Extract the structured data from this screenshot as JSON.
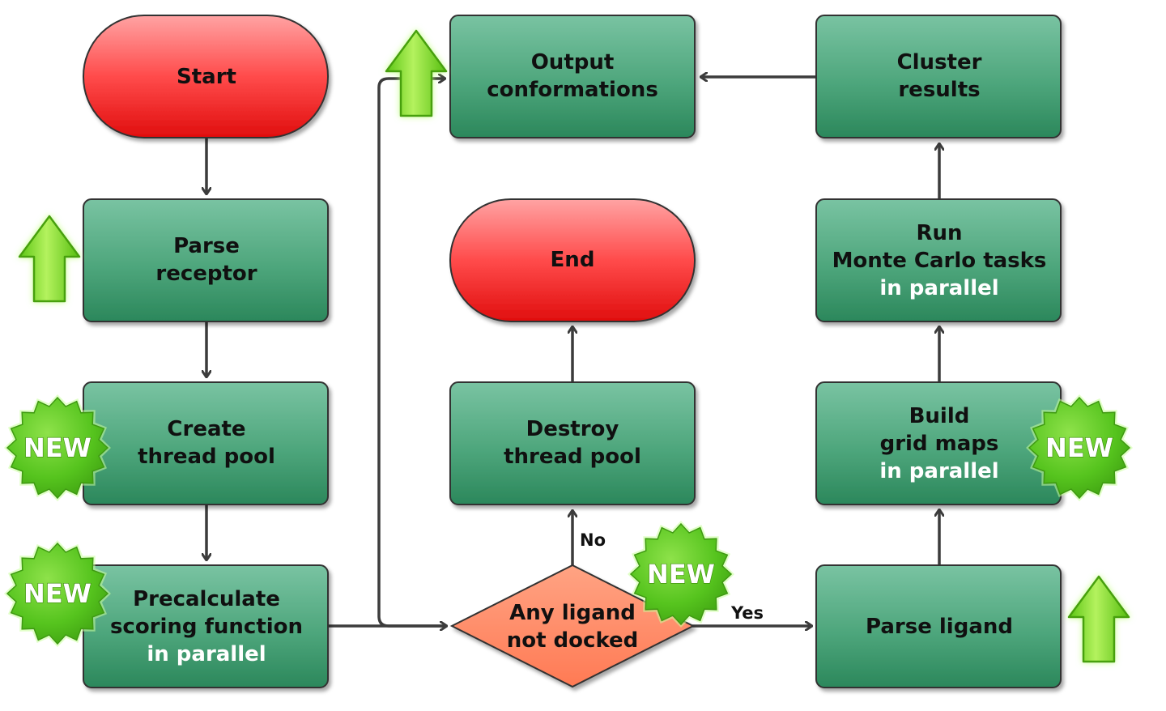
{
  "nodes": {
    "start": {
      "lines": [
        {
          "text": "Start",
          "style": "dark"
        }
      ]
    },
    "parse_receptor": {
      "lines": [
        {
          "text": "Parse",
          "style": "dark"
        },
        {
          "text": "receptor",
          "style": "dark"
        }
      ]
    },
    "create_pool": {
      "lines": [
        {
          "text": "Create",
          "style": "dark"
        },
        {
          "text": "thread pool",
          "style": "dark"
        }
      ]
    },
    "precalculate": {
      "lines": [
        {
          "text": "Precalculate",
          "style": "dark"
        },
        {
          "text": "scoring function",
          "style": "dark"
        },
        {
          "text": "in parallel",
          "style": "white"
        }
      ]
    },
    "decision": {
      "lines": [
        {
          "text": "Any ligand",
          "style": "dark"
        },
        {
          "text": "not docked",
          "style": "dark"
        }
      ]
    },
    "destroy_pool": {
      "lines": [
        {
          "text": "Destroy",
          "style": "dark"
        },
        {
          "text": "thread pool",
          "style": "dark"
        }
      ]
    },
    "end": {
      "lines": [
        {
          "text": "End",
          "style": "dark"
        }
      ]
    },
    "parse_ligand": {
      "lines": [
        {
          "text": "Parse ligand",
          "style": "dark"
        }
      ]
    },
    "build_grid": {
      "lines": [
        {
          "text": "Build",
          "style": "dark"
        },
        {
          "text": "grid maps",
          "style": "dark"
        },
        {
          "text": "in parallel",
          "style": "white"
        }
      ]
    },
    "run_mc": {
      "lines": [
        {
          "text": "Run",
          "style": "dark"
        },
        {
          "text": "Monte Carlo tasks",
          "style": "dark"
        },
        {
          "text": "in parallel",
          "style": "white"
        }
      ]
    },
    "cluster": {
      "lines": [
        {
          "text": "Cluster",
          "style": "dark"
        },
        {
          "text": "results",
          "style": "dark"
        }
      ]
    },
    "output": {
      "lines": [
        {
          "text": "Output",
          "style": "dark"
        },
        {
          "text": "conformations",
          "style": "dark"
        }
      ]
    }
  },
  "edge_labels": {
    "no": "No",
    "yes": "Yes"
  },
  "badges": {
    "new_label": "NEW"
  },
  "icons": {
    "improved": "up-arrow-icon",
    "new": "new-starburst-badge"
  },
  "colors": {
    "process_top": "#6dbb9a",
    "process_bottom": "#2f8a5e",
    "terminal_top": "#ff8a8a",
    "terminal_bottom": "#e01010",
    "decision_fill": "#ff9070",
    "badge_green": "#55c81c",
    "arrow_green": "#7ee030"
  }
}
